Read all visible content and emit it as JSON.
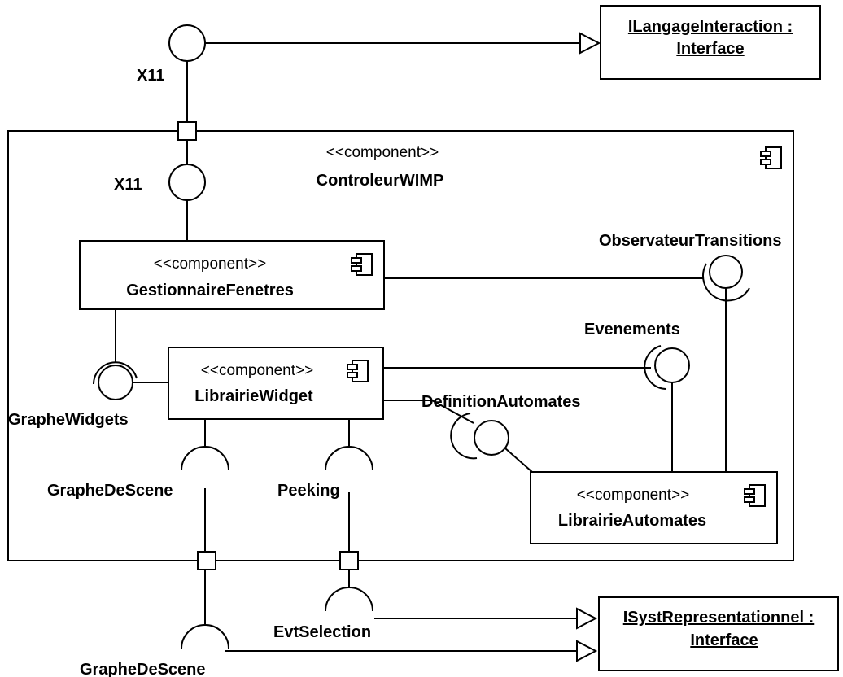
{
  "interfaces": {
    "langage": {
      "line1": "ILangageInteraction :",
      "line2": "Interface"
    },
    "syst": {
      "line1": "ISystRepresentationnel :",
      "line2": "Interface"
    }
  },
  "outer": {
    "stereotype": "<<component>>",
    "name": "ControleurWIMP"
  },
  "components": {
    "gestionnaire": {
      "stereotype": "<<component>>",
      "name": "GestionnaireFenetres"
    },
    "widget": {
      "stereotype": "<<component>>",
      "name": "LibrairieWidget"
    },
    "automates": {
      "stereotype": "<<component>>",
      "name": "LibrairieAutomates"
    }
  },
  "labels": {
    "x11_outer": "X11",
    "x11_inner": "X11",
    "observateur": "ObservateurTransitions",
    "evenements": "Evenements",
    "definition": "DefinitionAutomates",
    "graphe_widgets": "GrapheWidgets",
    "graphe_scene_inner": "GrapheDeScene",
    "peeking": "Peeking",
    "evt_selection": "EvtSelection",
    "graphe_scene_outer": "GrapheDeScene"
  }
}
